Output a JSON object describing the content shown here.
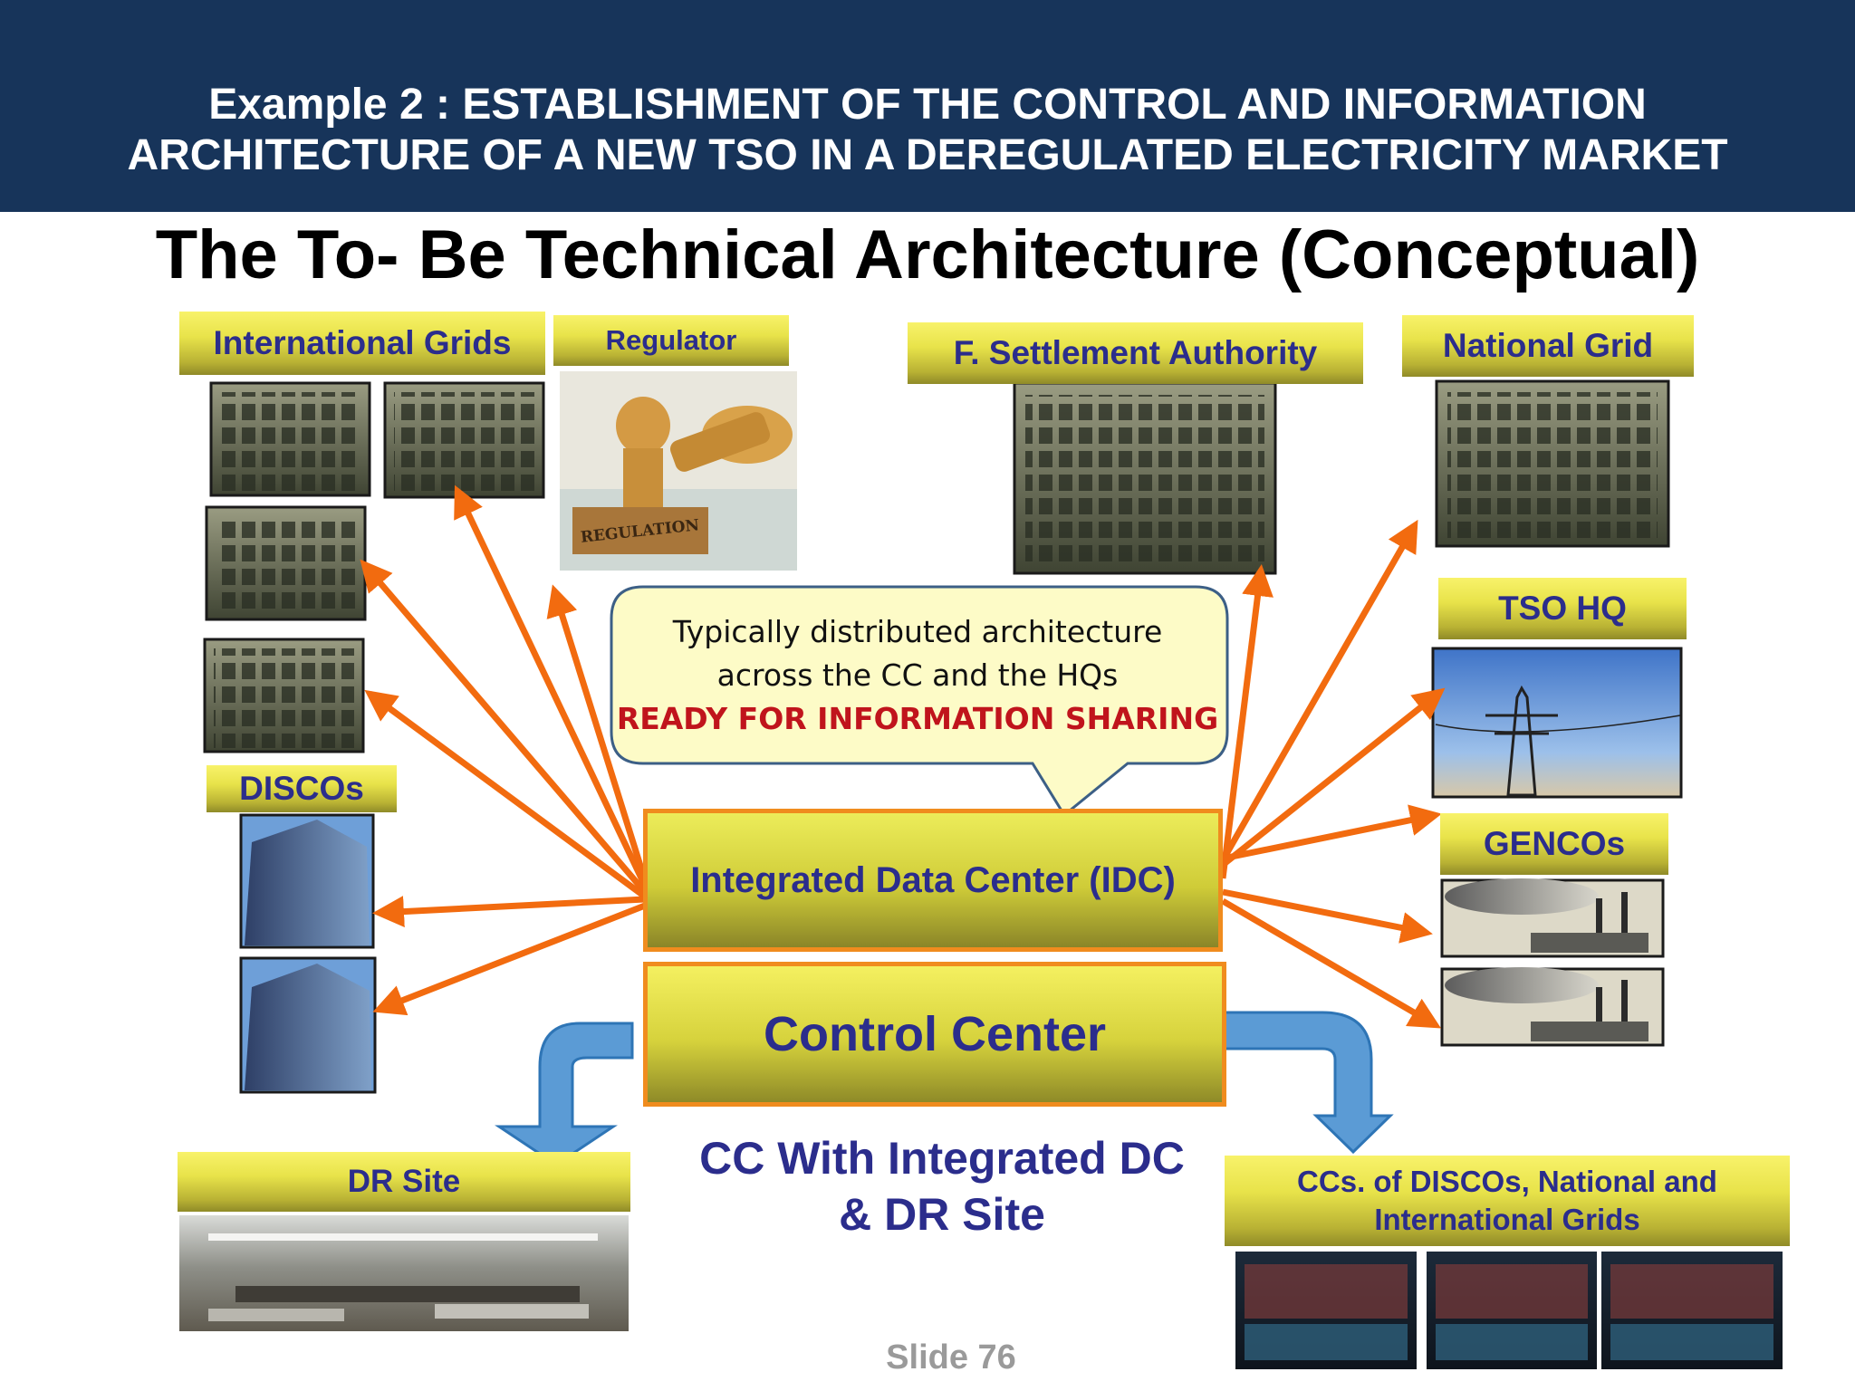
{
  "header": {
    "line1": "Example 2 :  ESTABLISHMENT OF THE  CONTROL AND INFORMATION",
    "line2": "ARCHITECTURE OF A NEW TSO IN A DEREGULATED ELECTRICITY MARKET"
  },
  "title": "The To- Be Technical Architecture (Conceptual)",
  "labels": {
    "international_grids": "International Grids",
    "regulator": "Regulator",
    "settlement": "F. Settlement Authority",
    "national_grid": "National Grid",
    "tso_hq": "TSO HQ",
    "discos": "DISCOs",
    "gencos": "GENCOs",
    "dr_site": "DR Site",
    "ccs_line1": "CCs. of DISCOs, National and",
    "ccs_line2": "International Grids"
  },
  "callout": {
    "line1": "Typically distributed architecture",
    "line2": "across the CC and the HQs",
    "line3": "READY FOR INFORMATION SHARING"
  },
  "idc": "Integrated Data Center (IDC)",
  "control_center": "Control Center",
  "caption": {
    "line1": "CC With Integrated  DC",
    "line2": "& DR Site"
  },
  "slide": "Slide 76",
  "image_stamp_text": "REGULATION",
  "colors": {
    "header_bg": "#17345a",
    "label_text": "#2b2d8c",
    "arrow": "#f26b0f",
    "box_border": "#f08c1e",
    "highlight_red": "#c0141c",
    "curved_arrow": "#5b9bd5"
  }
}
